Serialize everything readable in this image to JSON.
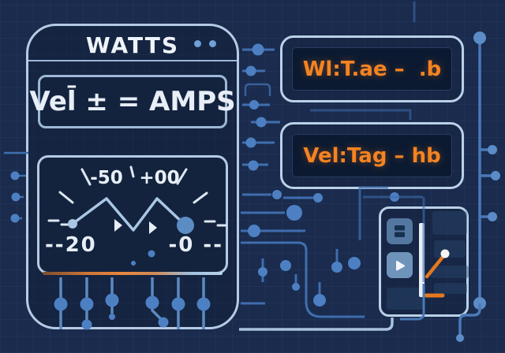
{
  "main_card": {
    "title": "WATTS",
    "formula": "Vel̄ ± = AMPS",
    "gauge": {
      "top_left_label": "-50",
      "top_right_label": "+00",
      "bottom_left_label": "--20",
      "bottom_right_label": "-0 --"
    }
  },
  "right_boxes": [
    {
      "text": "Wl:T.ae –  .b"
    },
    {
      "text": "Vel:Tag – hb"
    }
  ],
  "icons": {
    "window_dots": "two round indicator dots",
    "gauge_markers": "two right-pointing triangle markers",
    "meter_button_1": "block-glyph button",
    "meter_button_2": "play-triangle button",
    "meter_needle": "orange needle with white tip dot"
  },
  "colors": {
    "background": "#1a2b4d",
    "panel_fill": "#13233e",
    "inner_box_fill": "#0c1a31",
    "border_light": "#b5cbe3",
    "accent_orange": "#f58321",
    "trace_blue": "#4a79b8",
    "node_blue": "#5b8cc8",
    "text_white": "#eef3f9"
  }
}
